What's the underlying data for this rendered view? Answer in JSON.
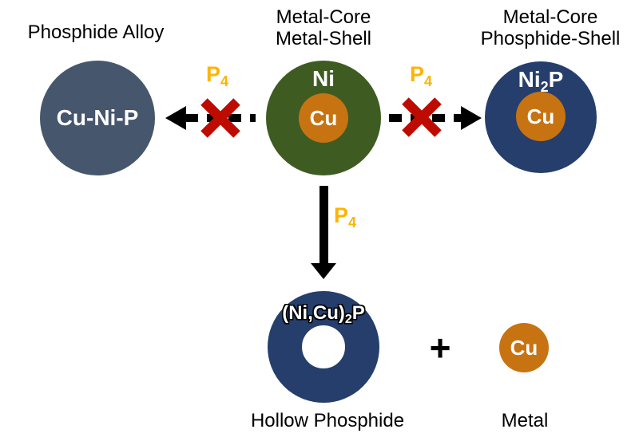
{
  "colors": {
    "alloy_slate": "#46566C",
    "nickel_green": "#3E5C22",
    "phosphide_navy": "#253E6C",
    "copper_orange": "#C87311",
    "reagent_gold": "#FFB400",
    "cross_red": "#BE0B00",
    "arrow_black": "#000000"
  },
  "headings": {
    "left": "Phosphide Alloy",
    "center": "Metal-Core\nMetal-Shell",
    "right": "Metal-Core\nPhosphide-Shell"
  },
  "particles": {
    "alloy": {
      "label": "Cu-Ni-P"
    },
    "core_shell": {
      "shell": "Ni",
      "core": "Cu"
    },
    "phosphide_shell": {
      "shell_base": "Ni",
      "shell_sub": "2",
      "shell_suffix": "P",
      "core": "Cu"
    },
    "hollow": {
      "label_base": "(Ni,Cu)",
      "label_sub": "2",
      "label_suffix": "P"
    },
    "metal": {
      "label": "Cu"
    }
  },
  "reagent": {
    "base": "P",
    "sub": "4"
  },
  "operators": {
    "plus": "+"
  },
  "captions": {
    "hollow": "Hollow Phosphide",
    "metal": "Metal"
  }
}
